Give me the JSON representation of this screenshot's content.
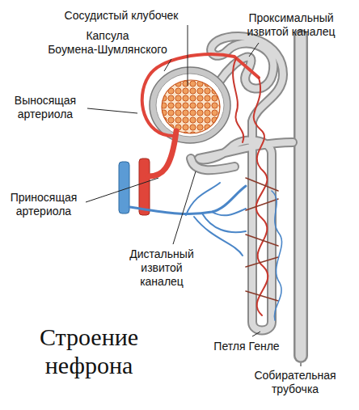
{
  "diagram": {
    "title": "Строение нефрона",
    "labels": [
      "Сосудистый клубочек",
      "Капсула Боумена-Шумлянского",
      "Выносящая артериола",
      "Приносящая артериола",
      "Проксимальный извитой каналец",
      "Дистальный извитой каналец",
      "Петля Генле",
      "Собирательная трубочка"
    ]
  }
}
